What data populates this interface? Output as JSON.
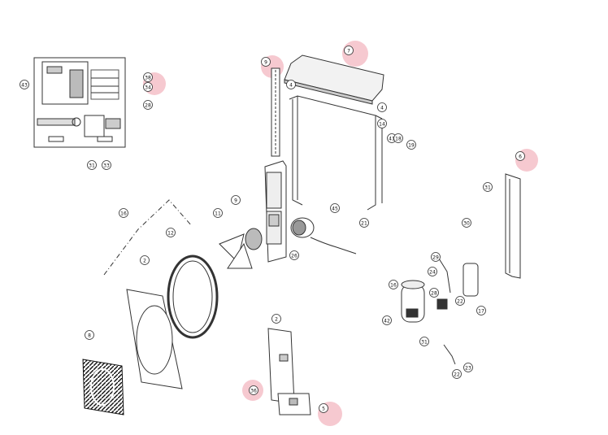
{
  "diagram": {
    "part_callouts": [
      {
        "id": "c43",
        "label": "43"
      },
      {
        "id": "c38a",
        "label": "38"
      },
      {
        "id": "c34",
        "label": "34"
      },
      {
        "id": "c28",
        "label": "28"
      },
      {
        "id": "c31a",
        "label": "31"
      },
      {
        "id": "c33",
        "label": "33"
      },
      {
        "id": "c9",
        "label": "9"
      },
      {
        "id": "c7",
        "label": "7"
      },
      {
        "id": "c4a",
        "label": "4"
      },
      {
        "id": "c4b",
        "label": "4"
      },
      {
        "id": "c14",
        "label": "14"
      },
      {
        "id": "c41",
        "label": "41"
      },
      {
        "id": "c18",
        "label": "18"
      },
      {
        "id": "c19",
        "label": "19"
      },
      {
        "id": "c45",
        "label": "45"
      },
      {
        "id": "c21",
        "label": "21"
      },
      {
        "id": "c26",
        "label": "26"
      },
      {
        "id": "c16",
        "label": "16"
      },
      {
        "id": "c9b",
        "label": "9"
      },
      {
        "id": "c11",
        "label": "11"
      },
      {
        "id": "c12",
        "label": "12"
      },
      {
        "id": "c2a",
        "label": "2"
      },
      {
        "id": "c8",
        "label": "8"
      },
      {
        "id": "c2b",
        "label": "2"
      },
      {
        "id": "c36",
        "label": "36"
      },
      {
        "id": "c5",
        "label": "5"
      },
      {
        "id": "c6",
        "label": "6"
      },
      {
        "id": "c31b",
        "label": "31"
      },
      {
        "id": "c30",
        "label": "30"
      },
      {
        "id": "c29",
        "label": "29"
      },
      {
        "id": "c24",
        "label": "24"
      },
      {
        "id": "c16b",
        "label": "16"
      },
      {
        "id": "c28b",
        "label": "28"
      },
      {
        "id": "c22a",
        "label": "22"
      },
      {
        "id": "c17",
        "label": "17"
      },
      {
        "id": "c42",
        "label": "42"
      },
      {
        "id": "c31c",
        "label": "31"
      },
      {
        "id": "c22b",
        "label": "22"
      },
      {
        "id": "c23",
        "label": "23"
      }
    ],
    "highlight_color": "#f6c9d0",
    "line_color": "#333333"
  }
}
